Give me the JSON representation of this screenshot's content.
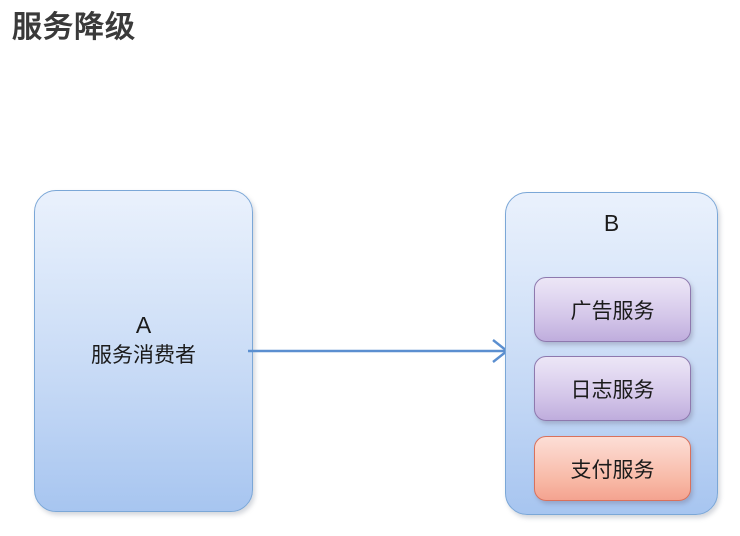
{
  "title": "服务降级",
  "diagram": {
    "consumer": {
      "letter": "A",
      "name": "服务消费者"
    },
    "provider": {
      "letter": "B",
      "services": [
        {
          "label": "广告服务",
          "status": "normal",
          "color": "#bfaddd"
        },
        {
          "label": "日志服务",
          "status": "normal",
          "color": "#bfaddd"
        },
        {
          "label": "支付服务",
          "status": "degraded",
          "color": "#f4a390"
        }
      ]
    },
    "arrow": {
      "name": "call-arrow",
      "direction": "left-to-right",
      "color": "#5b8fd0"
    }
  },
  "colors": {
    "background": "#ffffff",
    "title_text": "#3a3a3a",
    "node_border": "#7ba7d7",
    "node_fill_top": "#eaf1fc",
    "node_fill_bottom": "#a7c5f0",
    "chip_purple_border": "#8e79ae",
    "chip_purple_fill": "#bfaddd",
    "chip_red_border": "#d9715c",
    "chip_red_fill": "#f4a390",
    "arrow": "#5b8fd0"
  }
}
